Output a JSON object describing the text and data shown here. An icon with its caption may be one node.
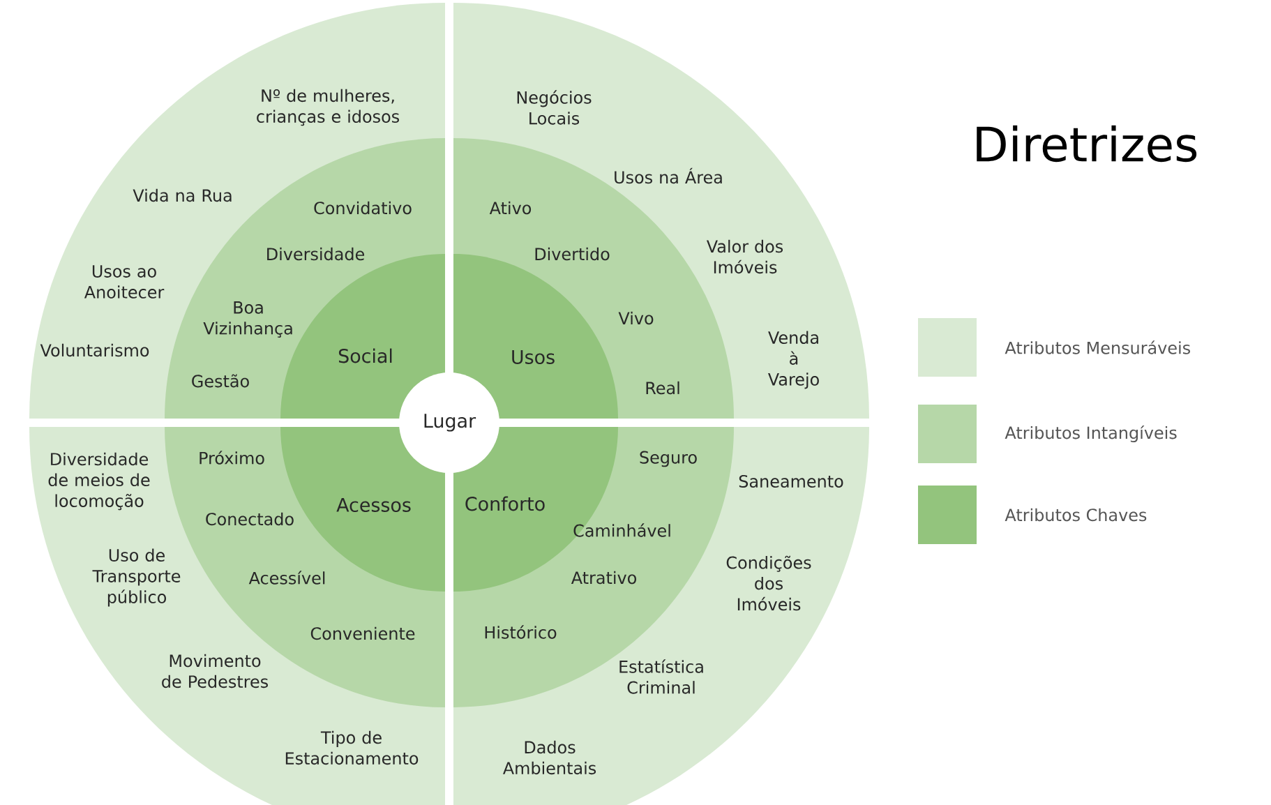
{
  "diagram": {
    "title": "Diretrizes",
    "nodes": [
      {
        "text": [
          "Lugar"
        ]
      },
      {
        "text": [
          "Nº de mulheres, crianças e idosos",
          "Vida na Rua",
          "Usos ao Anoitecer",
          "Voluntarismo"
        ]
      },
      {
        "text": [
          "Convidativo",
          "Diversidade",
          "Boa Vizinhança",
          "Gestão"
        ],
        "in": 1
      },
      {
        "text": [
          "Social"
        ],
        "in": 2
      },
      {
        "text": [
          "Negócios Locais",
          "Usos na Área",
          "Valor dos Imóveis",
          "Venda à Varejo"
        ]
      },
      {
        "text": [
          "Ativo",
          "Divertido",
          "Vivo",
          "Real"
        ],
        "in": 4
      },
      {
        "text": [
          "Usos"
        ],
        "in": 5
      },
      {
        "text": [
          "Diversidade de meios de locomoção",
          "Uso de Transporte público",
          "Movimento de Pedestres",
          "Tipo de Estacionamento"
        ]
      },
      {
        "text": [
          "Próximo",
          "Conectado",
          "Acessível",
          "Conveniente"
        ],
        "in": 7
      },
      {
        "text": [
          "Acessos"
        ],
        "in": 8
      },
      {
        "text": [
          "Saneamento",
          "Condições dos Imóveis",
          "Estatística Criminal",
          "Dados Ambientais"
        ]
      },
      {
        "text": [
          "Seguro",
          "Caminhável",
          "Atrativo",
          "Histórico"
        ],
        "in": 10
      },
      {
        "text": [
          "Conforto"
        ],
        "in": 11
      }
    ],
    "legend": [
      {
        "text": "Atributos Mensuráveis",
        "color": "#d9ead3"
      },
      {
        "text": "Atributos Intangíveis",
        "color": "#b6d7a8"
      },
      {
        "text": "Atributos Chaves",
        "color": "#93c47d"
      }
    ]
  }
}
